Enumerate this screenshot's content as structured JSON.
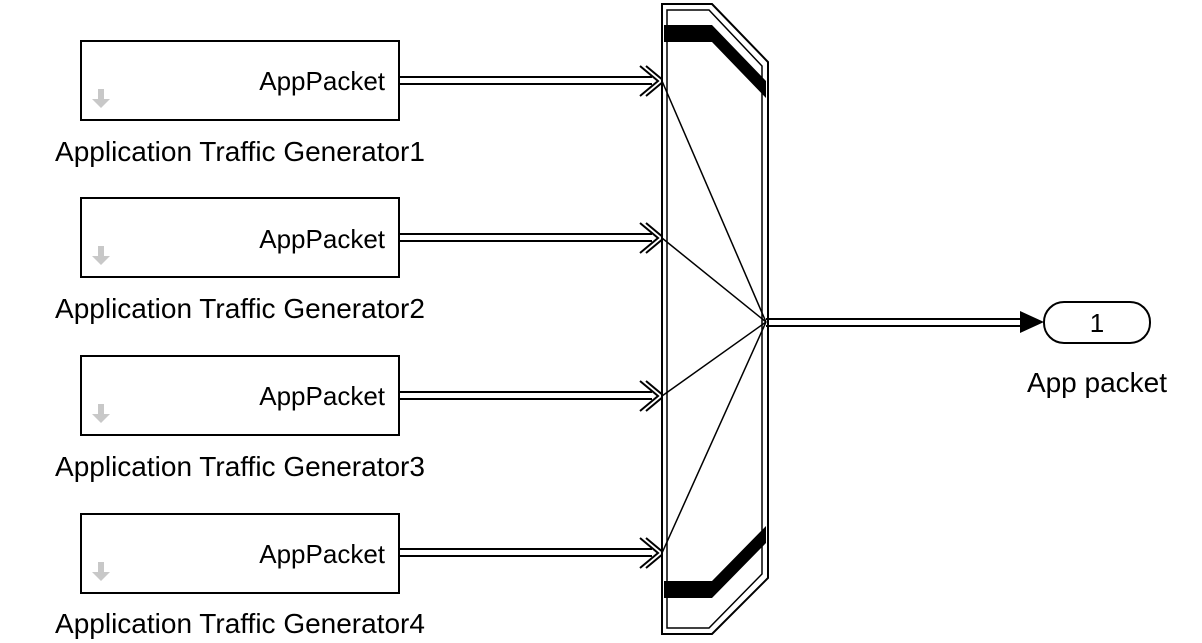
{
  "diagram": {
    "generators": [
      {
        "port_label": "AppPacket",
        "name": "Application Traffic Generator1"
      },
      {
        "port_label": "AppPacket",
        "name": "Application Traffic Generator2"
      },
      {
        "port_label": "AppPacket",
        "name": "Application Traffic Generator3"
      },
      {
        "port_label": "AppPacket",
        "name": "Application Traffic Generator4"
      }
    ],
    "bus_creator": {
      "inputs": 4
    },
    "outport": {
      "number": "1",
      "name": "App packet"
    },
    "colors": {
      "stroke": "#000000",
      "background": "#ffffff",
      "icon": "#c8c8c8"
    },
    "icons": [
      "down-arrow-icon"
    ]
  }
}
